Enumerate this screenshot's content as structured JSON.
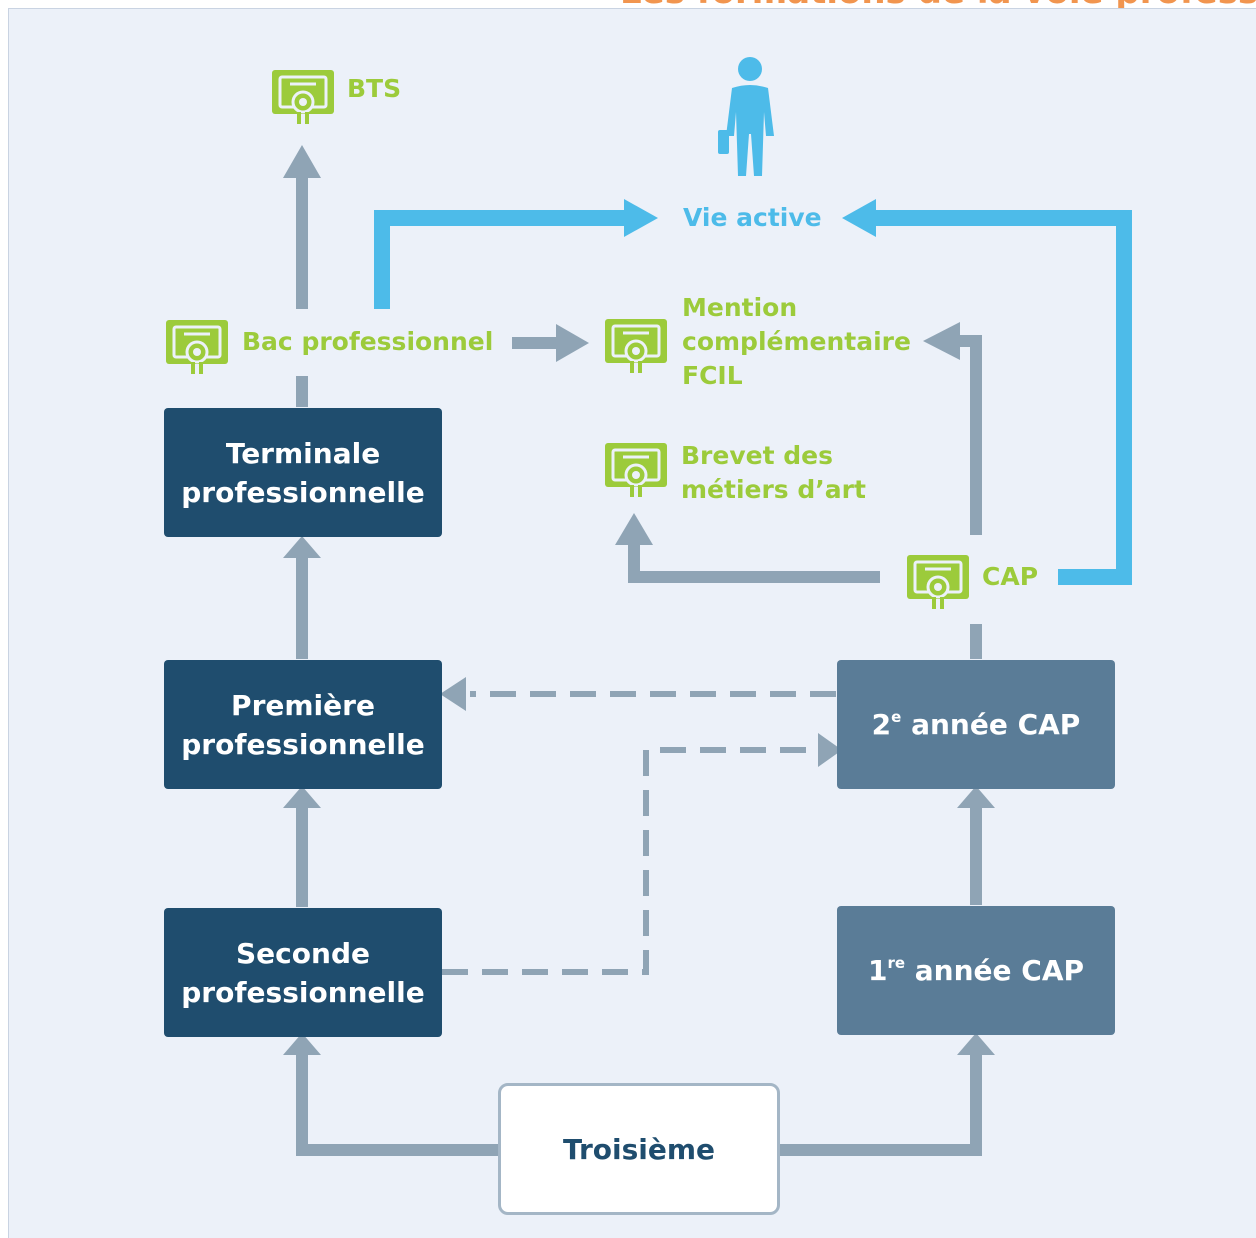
{
  "colors": {
    "background": "#ecf1f9",
    "box_dark": "#1f4d6e",
    "box_mid": "#5a7c97",
    "arrow_grey": "#8fa4b5",
    "arrow_blue": "#4dbbe9",
    "diploma_green": "#9ccb3b"
  },
  "heading": {
    "partial": "Les formations de la voie professionnelle"
  },
  "outcomes": {
    "bts": "BTS",
    "vie_active": "Vie active",
    "bac_pro": "Bac professionnel",
    "mention_line1": "Mention",
    "mention_line2": "complémentaire",
    "mention_line3": "FCIL",
    "brevet_line1": "Brevet des",
    "brevet_line2": "métiers d’art",
    "cap": "CAP"
  },
  "boxes": {
    "terminale_line1": "Terminale",
    "terminale_line2": "professionnelle",
    "premiere_line1": "Première",
    "premiere_line2": "professionnelle",
    "seconde_line1": "Seconde",
    "seconde_line2": "professionnelle",
    "cap2_num": "2",
    "cap2_sup": "e",
    "cap2_text": " année CAP",
    "cap1_num": "1",
    "cap1_sup": "re",
    "cap1_text": " année CAP",
    "troisieme": "Troisième"
  },
  "icons": [
    "diploma-icon",
    "person-icon"
  ]
}
